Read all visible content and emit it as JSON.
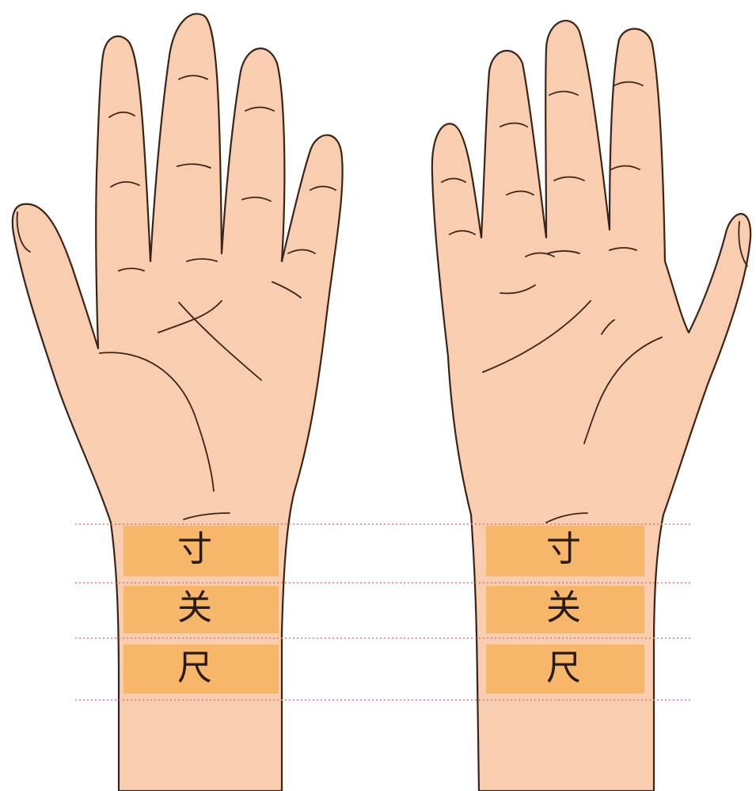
{
  "left_hand": {
    "zones": [
      {
        "label": "寸"
      },
      {
        "label": "关"
      },
      {
        "label": "尺"
      }
    ]
  },
  "right_hand": {
    "zones": [
      {
        "label": "寸"
      },
      {
        "label": "关"
      },
      {
        "label": "尺"
      }
    ]
  },
  "colors": {
    "skin": "#f8cdb0",
    "outline": "#3a2418",
    "zone_fill": "#f7b35e",
    "guide_line": "#e0757a"
  }
}
